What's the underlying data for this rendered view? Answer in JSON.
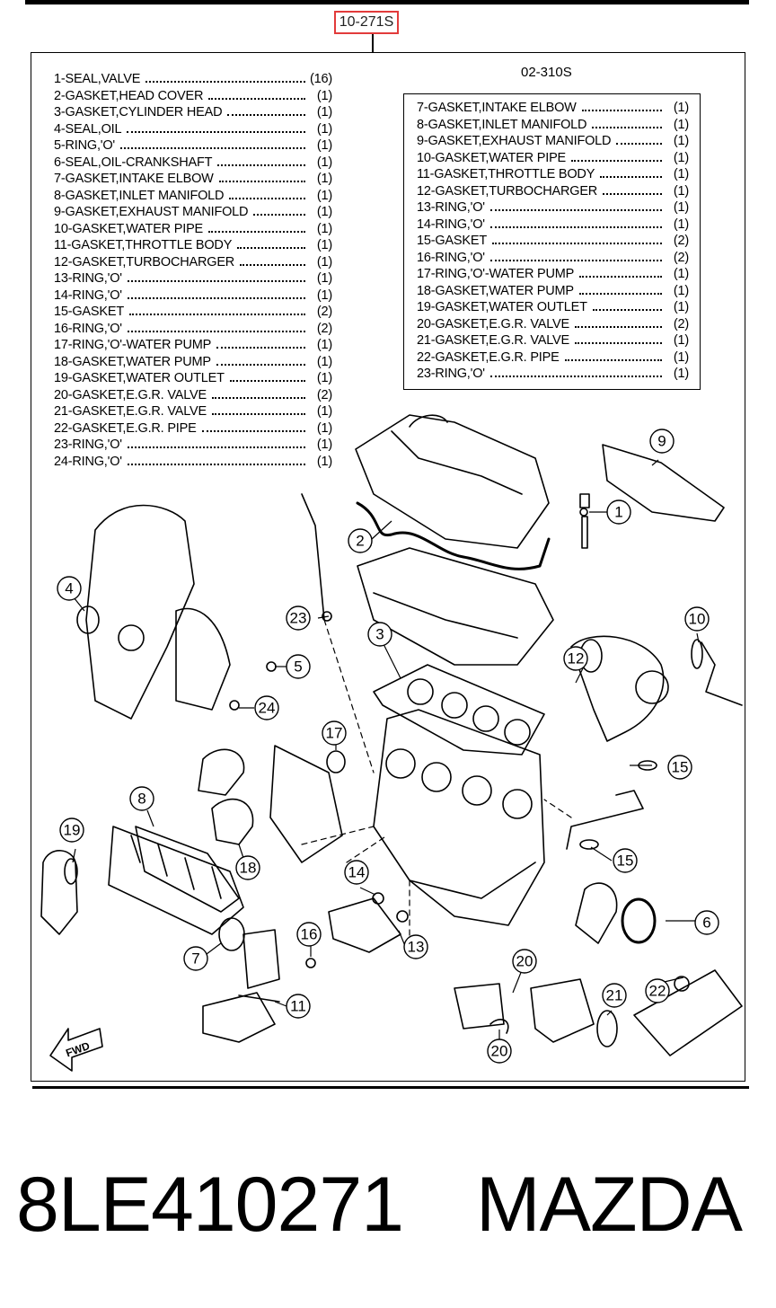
{
  "reference_code": "10-271S",
  "sub_kit": {
    "code": "02-310S",
    "items": [
      {
        "label": "7-GASKET,INTAKE ELBOW",
        "qty": "(1)"
      },
      {
        "label": "8-GASKET,INLET MANIFOLD",
        "qty": "(1)"
      },
      {
        "label": "9-GASKET,EXHAUST MANIFOLD",
        "qty": "(1)"
      },
      {
        "label": "10-GASKET,WATER PIPE",
        "qty": "(1)"
      },
      {
        "label": "11-GASKET,THROTTLE BODY",
        "qty": "(1)"
      },
      {
        "label": "12-GASKET,TURBOCHARGER",
        "qty": "(1)"
      },
      {
        "label": "13-RING,'O'",
        "qty": "(1)"
      },
      {
        "label": "14-RING,'O'",
        "qty": "(1)"
      },
      {
        "label": "15-GASKET",
        "qty": "(2)"
      },
      {
        "label": "16-RING,'O'",
        "qty": "(2)"
      },
      {
        "label": "17-RING,'O'-WATER PUMP",
        "qty": "(1)"
      },
      {
        "label": "18-GASKET,WATER PUMP",
        "qty": "(1)"
      },
      {
        "label": "19-GASKET,WATER OUTLET",
        "qty": "(1)"
      },
      {
        "label": "20-GASKET,E.G.R. VALVE",
        "qty": "(2)"
      },
      {
        "label": "21-GASKET,E.G.R. VALVE",
        "qty": "(1)"
      },
      {
        "label": "22-GASKET,E.G.R. PIPE",
        "qty": "(1)"
      },
      {
        "label": "23-RING,'O'",
        "qty": "(1)"
      }
    ]
  },
  "parts": [
    {
      "label": "1-SEAL,VALVE",
      "qty": "(16)"
    },
    {
      "label": "2-GASKET,HEAD COVER",
      "qty": "(1)"
    },
    {
      "label": "3-GASKET,CYLINDER HEAD",
      "qty": "(1)"
    },
    {
      "label": "4-SEAL,OIL",
      "qty": "(1)"
    },
    {
      "label": "5-RING,'O'",
      "qty": "(1)"
    },
    {
      "label": "6-SEAL,OIL-CRANKSHAFT",
      "qty": "(1)"
    },
    {
      "label": "7-GASKET,INTAKE ELBOW",
      "qty": "(1)"
    },
    {
      "label": "8-GASKET,INLET MANIFOLD",
      "qty": "(1)"
    },
    {
      "label": "9-GASKET,EXHAUST MANIFOLD",
      "qty": "(1)"
    },
    {
      "label": "10-GASKET,WATER PIPE",
      "qty": "(1)"
    },
    {
      "label": "11-GASKET,THROTTLE BODY",
      "qty": "(1)"
    },
    {
      "label": "12-GASKET,TURBOCHARGER",
      "qty": "(1)"
    },
    {
      "label": "13-RING,'O'",
      "qty": "(1)"
    },
    {
      "label": "14-RING,'O'",
      "qty": "(1)"
    },
    {
      "label": "15-GASKET",
      "qty": "(2)"
    },
    {
      "label": "16-RING,'O'",
      "qty": "(2)"
    },
    {
      "label": "17-RING,'O'-WATER PUMP",
      "qty": "(1)"
    },
    {
      "label": "18-GASKET,WATER PUMP",
      "qty": "(1)"
    },
    {
      "label": "19-GASKET,WATER OUTLET",
      "qty": "(1)"
    },
    {
      "label": "20-GASKET,E.G.R. VALVE",
      "qty": "(2)"
    },
    {
      "label": "21-GASKET,E.G.R. VALVE",
      "qty": "(1)"
    },
    {
      "label": "22-GASKET,E.G.R. PIPE",
      "qty": "(1)"
    },
    {
      "label": "23-RING,'O'",
      "qty": "(1)"
    },
    {
      "label": "24-RING,'O'",
      "qty": "(1)"
    }
  ],
  "callouts": [
    "1",
    "2",
    "3",
    "4",
    "5",
    "6",
    "7",
    "8",
    "9",
    "10",
    "11",
    "12",
    "13",
    "14",
    "15",
    "15",
    "16",
    "17",
    "18",
    "19",
    "20",
    "20",
    "21",
    "22",
    "23",
    "24"
  ],
  "direction_marker": "FWD",
  "caption": {
    "part_number": "8LE410271",
    "brand": "MAZDA"
  }
}
